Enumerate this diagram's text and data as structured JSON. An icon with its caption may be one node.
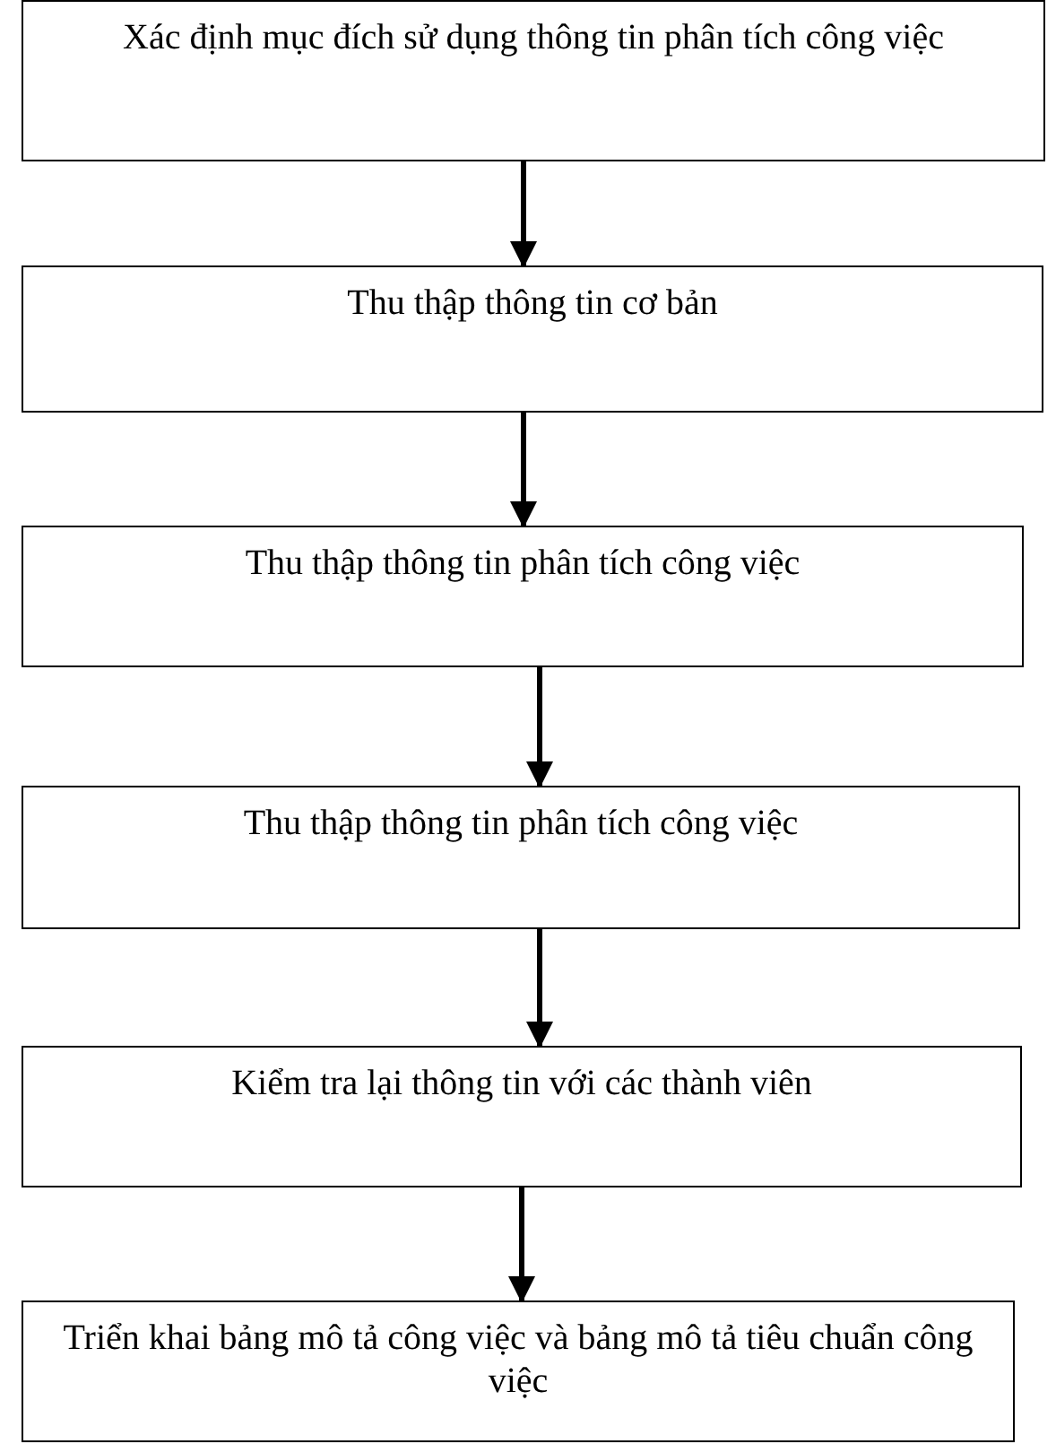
{
  "diagram": {
    "nodes": [
      {
        "text": [
          "Xác định mục đích sử dụng thông tin phân tích công việc"
        ]
      },
      {
        "text": [
          "Thu thập thông tin cơ bản"
        ]
      },
      {
        "text": [
          "Thu thập thông tin phân tích công việc"
        ]
      },
      {
        "text": [
          "Thu thập thông tin phân tích công việc"
        ]
      },
      {
        "text": [
          "Kiểm tra lại thông tin với các thành viên"
        ]
      },
      {
        "text": [
          "Triển khai bảng mô tả công việc và bảng mô tả tiêu chuẩn công việc"
        ]
      }
    ],
    "edges": [
      {
        "from": 0,
        "to": 1,
        "arrow": "to"
      },
      {
        "from": 1,
        "to": 2,
        "arrow": "to"
      },
      {
        "from": 2,
        "to": 3,
        "arrow": "to"
      },
      {
        "from": 3,
        "to": 4,
        "arrow": "to"
      },
      {
        "from": 4,
        "to": 5,
        "arrow": "to"
      }
    ]
  }
}
